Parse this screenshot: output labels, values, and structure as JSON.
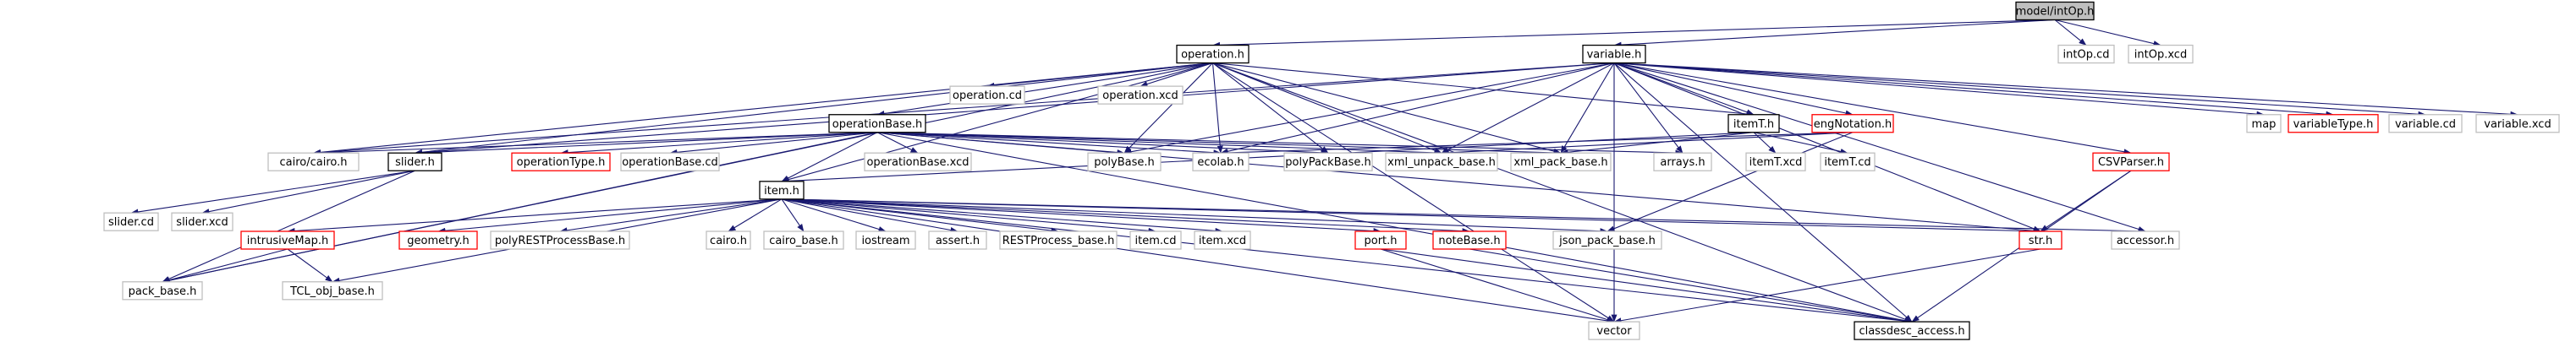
{
  "graph": {
    "title": "",
    "colors": {
      "root_fill": "#bfbfbf",
      "normal_border": "#000000",
      "leaf_border": "#bfbfbf",
      "truncated_border": "#ff0000",
      "edge": "#191970",
      "background": "#ffffff"
    },
    "nodes": [
      {
        "id": "intop",
        "label": "model/intOp.h",
        "kind": "root"
      },
      {
        "id": "operation",
        "label": "operation.h",
        "kind": "normal"
      },
      {
        "id": "variable",
        "label": "variable.h",
        "kind": "normal"
      },
      {
        "id": "intopcd",
        "label": "intOp.cd",
        "kind": "leaf"
      },
      {
        "id": "intopxcd",
        "label": "intOp.xcd",
        "kind": "leaf"
      },
      {
        "id": "operationcd",
        "label": "operation.cd",
        "kind": "leaf"
      },
      {
        "id": "operationxcd",
        "label": "operation.xcd",
        "kind": "leaf"
      },
      {
        "id": "operationbase",
        "label": "operationBase.h",
        "kind": "normal"
      },
      {
        "id": "itemt",
        "label": "itemT.h",
        "kind": "normal"
      },
      {
        "id": "engnotation",
        "label": "engNotation.h",
        "kind": "truncated"
      },
      {
        "id": "map",
        "label": "map",
        "kind": "leaf"
      },
      {
        "id": "variabletype",
        "label": "variableType.h",
        "kind": "truncated"
      },
      {
        "id": "variablecd",
        "label": "variable.cd",
        "kind": "leaf"
      },
      {
        "id": "variablexcd",
        "label": "variable.xcd",
        "kind": "leaf"
      },
      {
        "id": "cairo",
        "label": "cairo/cairo.h",
        "kind": "leaf"
      },
      {
        "id": "slider",
        "label": "slider.h",
        "kind": "normal"
      },
      {
        "id": "operationtype",
        "label": "operationType.h",
        "kind": "truncated"
      },
      {
        "id": "operationbasecd",
        "label": "operationBase.cd",
        "kind": "leaf"
      },
      {
        "id": "operationbasexcd",
        "label": "operationBase.xcd",
        "kind": "leaf"
      },
      {
        "id": "polybase",
        "label": "polyBase.h",
        "kind": "leaf"
      },
      {
        "id": "ecolab",
        "label": "ecolab.h",
        "kind": "leaf"
      },
      {
        "id": "polypackbase",
        "label": "polyPackBase.h",
        "kind": "leaf"
      },
      {
        "id": "xmlunpack",
        "label": "xml_unpack_base.h",
        "kind": "leaf"
      },
      {
        "id": "xmlpack",
        "label": "xml_pack_base.h",
        "kind": "leaf"
      },
      {
        "id": "arrays",
        "label": "arrays.h",
        "kind": "leaf"
      },
      {
        "id": "itemtxcd",
        "label": "itemT.xcd",
        "kind": "leaf"
      },
      {
        "id": "itemtcd",
        "label": "itemT.cd",
        "kind": "leaf"
      },
      {
        "id": "csvparser",
        "label": "CSVParser.h",
        "kind": "truncated"
      },
      {
        "id": "item",
        "label": "item.h",
        "kind": "normal"
      },
      {
        "id": "slidercd",
        "label": "slider.cd",
        "kind": "leaf"
      },
      {
        "id": "sliderxcd",
        "label": "slider.xcd",
        "kind": "leaf"
      },
      {
        "id": "intrusivemap",
        "label": "intrusiveMap.h",
        "kind": "truncated"
      },
      {
        "id": "geometry",
        "label": "geometry.h",
        "kind": "truncated"
      },
      {
        "id": "polyrest",
        "label": "polyRESTProcessBase.h",
        "kind": "leaf"
      },
      {
        "id": "cairoh",
        "label": "cairo.h",
        "kind": "leaf"
      },
      {
        "id": "cairobase",
        "label": "cairo_base.h",
        "kind": "leaf"
      },
      {
        "id": "iostream",
        "label": "iostream",
        "kind": "leaf"
      },
      {
        "id": "assert",
        "label": "assert.h",
        "kind": "leaf"
      },
      {
        "id": "restprocess",
        "label": "RESTProcess_base.h",
        "kind": "leaf"
      },
      {
        "id": "itemcd",
        "label": "item.cd",
        "kind": "leaf"
      },
      {
        "id": "itemxcd",
        "label": "item.xcd",
        "kind": "leaf"
      },
      {
        "id": "port",
        "label": "port.h",
        "kind": "truncated"
      },
      {
        "id": "notebase",
        "label": "noteBase.h",
        "kind": "truncated"
      },
      {
        "id": "jsonpack",
        "label": "json_pack_base.h",
        "kind": "leaf"
      },
      {
        "id": "str",
        "label": "str.h",
        "kind": "truncated"
      },
      {
        "id": "accessor",
        "label": "accessor.h",
        "kind": "leaf"
      },
      {
        "id": "packbase",
        "label": "pack_base.h",
        "kind": "leaf"
      },
      {
        "id": "tclobj",
        "label": "TCL_obj_base.h",
        "kind": "leaf"
      },
      {
        "id": "vector",
        "label": "vector",
        "kind": "leaf"
      },
      {
        "id": "classdesc",
        "label": "classdesc_access.h",
        "kind": "normal"
      }
    ],
    "edges": [
      [
        "intop",
        "operation"
      ],
      [
        "intop",
        "variable"
      ],
      [
        "intop",
        "intopcd"
      ],
      [
        "intop",
        "intopxcd"
      ],
      [
        "operation",
        "operationbase"
      ],
      [
        "operation",
        "operationcd"
      ],
      [
        "operation",
        "operationxcd"
      ],
      [
        "operation",
        "itemt"
      ],
      [
        "operation",
        "cairo"
      ],
      [
        "operation",
        "slider"
      ],
      [
        "operation",
        "item"
      ],
      [
        "operation",
        "polybase"
      ],
      [
        "operation",
        "ecolab"
      ],
      [
        "operation",
        "polypackbase"
      ],
      [
        "operation",
        "xmlunpack"
      ],
      [
        "operation",
        "xmlpack"
      ],
      [
        "operation",
        "classdesc"
      ],
      [
        "operation",
        "vector"
      ],
      [
        "operation",
        "packbase"
      ],
      [
        "variable",
        "itemt"
      ],
      [
        "variable",
        "engnotation"
      ],
      [
        "variable",
        "map"
      ],
      [
        "variable",
        "variabletype"
      ],
      [
        "variable",
        "variablecd"
      ],
      [
        "variable",
        "variablexcd"
      ],
      [
        "variable",
        "csvparser"
      ],
      [
        "variable",
        "str"
      ],
      [
        "variable",
        "accessor"
      ],
      [
        "variable",
        "arrays"
      ],
      [
        "variable",
        "xmlpack"
      ],
      [
        "variable",
        "xmlunpack"
      ],
      [
        "variable",
        "ecolab"
      ],
      [
        "variable",
        "polybase"
      ],
      [
        "variable",
        "slider"
      ],
      [
        "variable",
        "cairo"
      ],
      [
        "variable",
        "vector"
      ],
      [
        "variable",
        "classdesc"
      ],
      [
        "operationbase",
        "operationtype"
      ],
      [
        "operationbase",
        "operationbasecd"
      ],
      [
        "operationbase",
        "operationbasexcd"
      ],
      [
        "operationbase",
        "item"
      ],
      [
        "operationbase",
        "slider"
      ],
      [
        "operationbase",
        "cairo"
      ],
      [
        "operationbase",
        "polybase"
      ],
      [
        "operationbase",
        "ecolab"
      ],
      [
        "operationbase",
        "polypackbase"
      ],
      [
        "operationbase",
        "xmlunpack"
      ],
      [
        "operationbase",
        "xmlpack"
      ],
      [
        "operationbase",
        "arrays"
      ],
      [
        "operationbase",
        "str"
      ],
      [
        "operationbase",
        "classdesc"
      ],
      [
        "operationbase",
        "packbase"
      ],
      [
        "itemt",
        "item"
      ],
      [
        "itemt",
        "itemtxcd"
      ],
      [
        "itemt",
        "itemtcd"
      ],
      [
        "itemt",
        "xmlpack"
      ],
      [
        "engnotation",
        "ecolab"
      ],
      [
        "engnotation",
        "xmlunpack"
      ],
      [
        "engnotation",
        "jsonpack"
      ],
      [
        "slider",
        "slidercd"
      ],
      [
        "slider",
        "sliderxcd"
      ],
      [
        "slider",
        "packbase"
      ],
      [
        "item",
        "intrusivemap"
      ],
      [
        "item",
        "geometry"
      ],
      [
        "item",
        "polyrest"
      ],
      [
        "item",
        "cairoh"
      ],
      [
        "item",
        "cairobase"
      ],
      [
        "item",
        "iostream"
      ],
      [
        "item",
        "assert"
      ],
      [
        "item",
        "restprocess"
      ],
      [
        "item",
        "itemcd"
      ],
      [
        "item",
        "itemxcd"
      ],
      [
        "item",
        "port"
      ],
      [
        "item",
        "notebase"
      ],
      [
        "item",
        "jsonpack"
      ],
      [
        "item",
        "str"
      ],
      [
        "item",
        "accessor"
      ],
      [
        "item",
        "tclobj"
      ],
      [
        "item",
        "vector"
      ],
      [
        "item",
        "classdesc"
      ],
      [
        "intrusivemap",
        "packbase"
      ],
      [
        "intrusivemap",
        "tclobj"
      ],
      [
        "port",
        "vector"
      ],
      [
        "port",
        "classdesc"
      ],
      [
        "notebase",
        "classdesc"
      ],
      [
        "csvparser",
        "str"
      ],
      [
        "csvparser",
        "classdesc"
      ],
      [
        "str",
        "vector"
      ]
    ]
  }
}
